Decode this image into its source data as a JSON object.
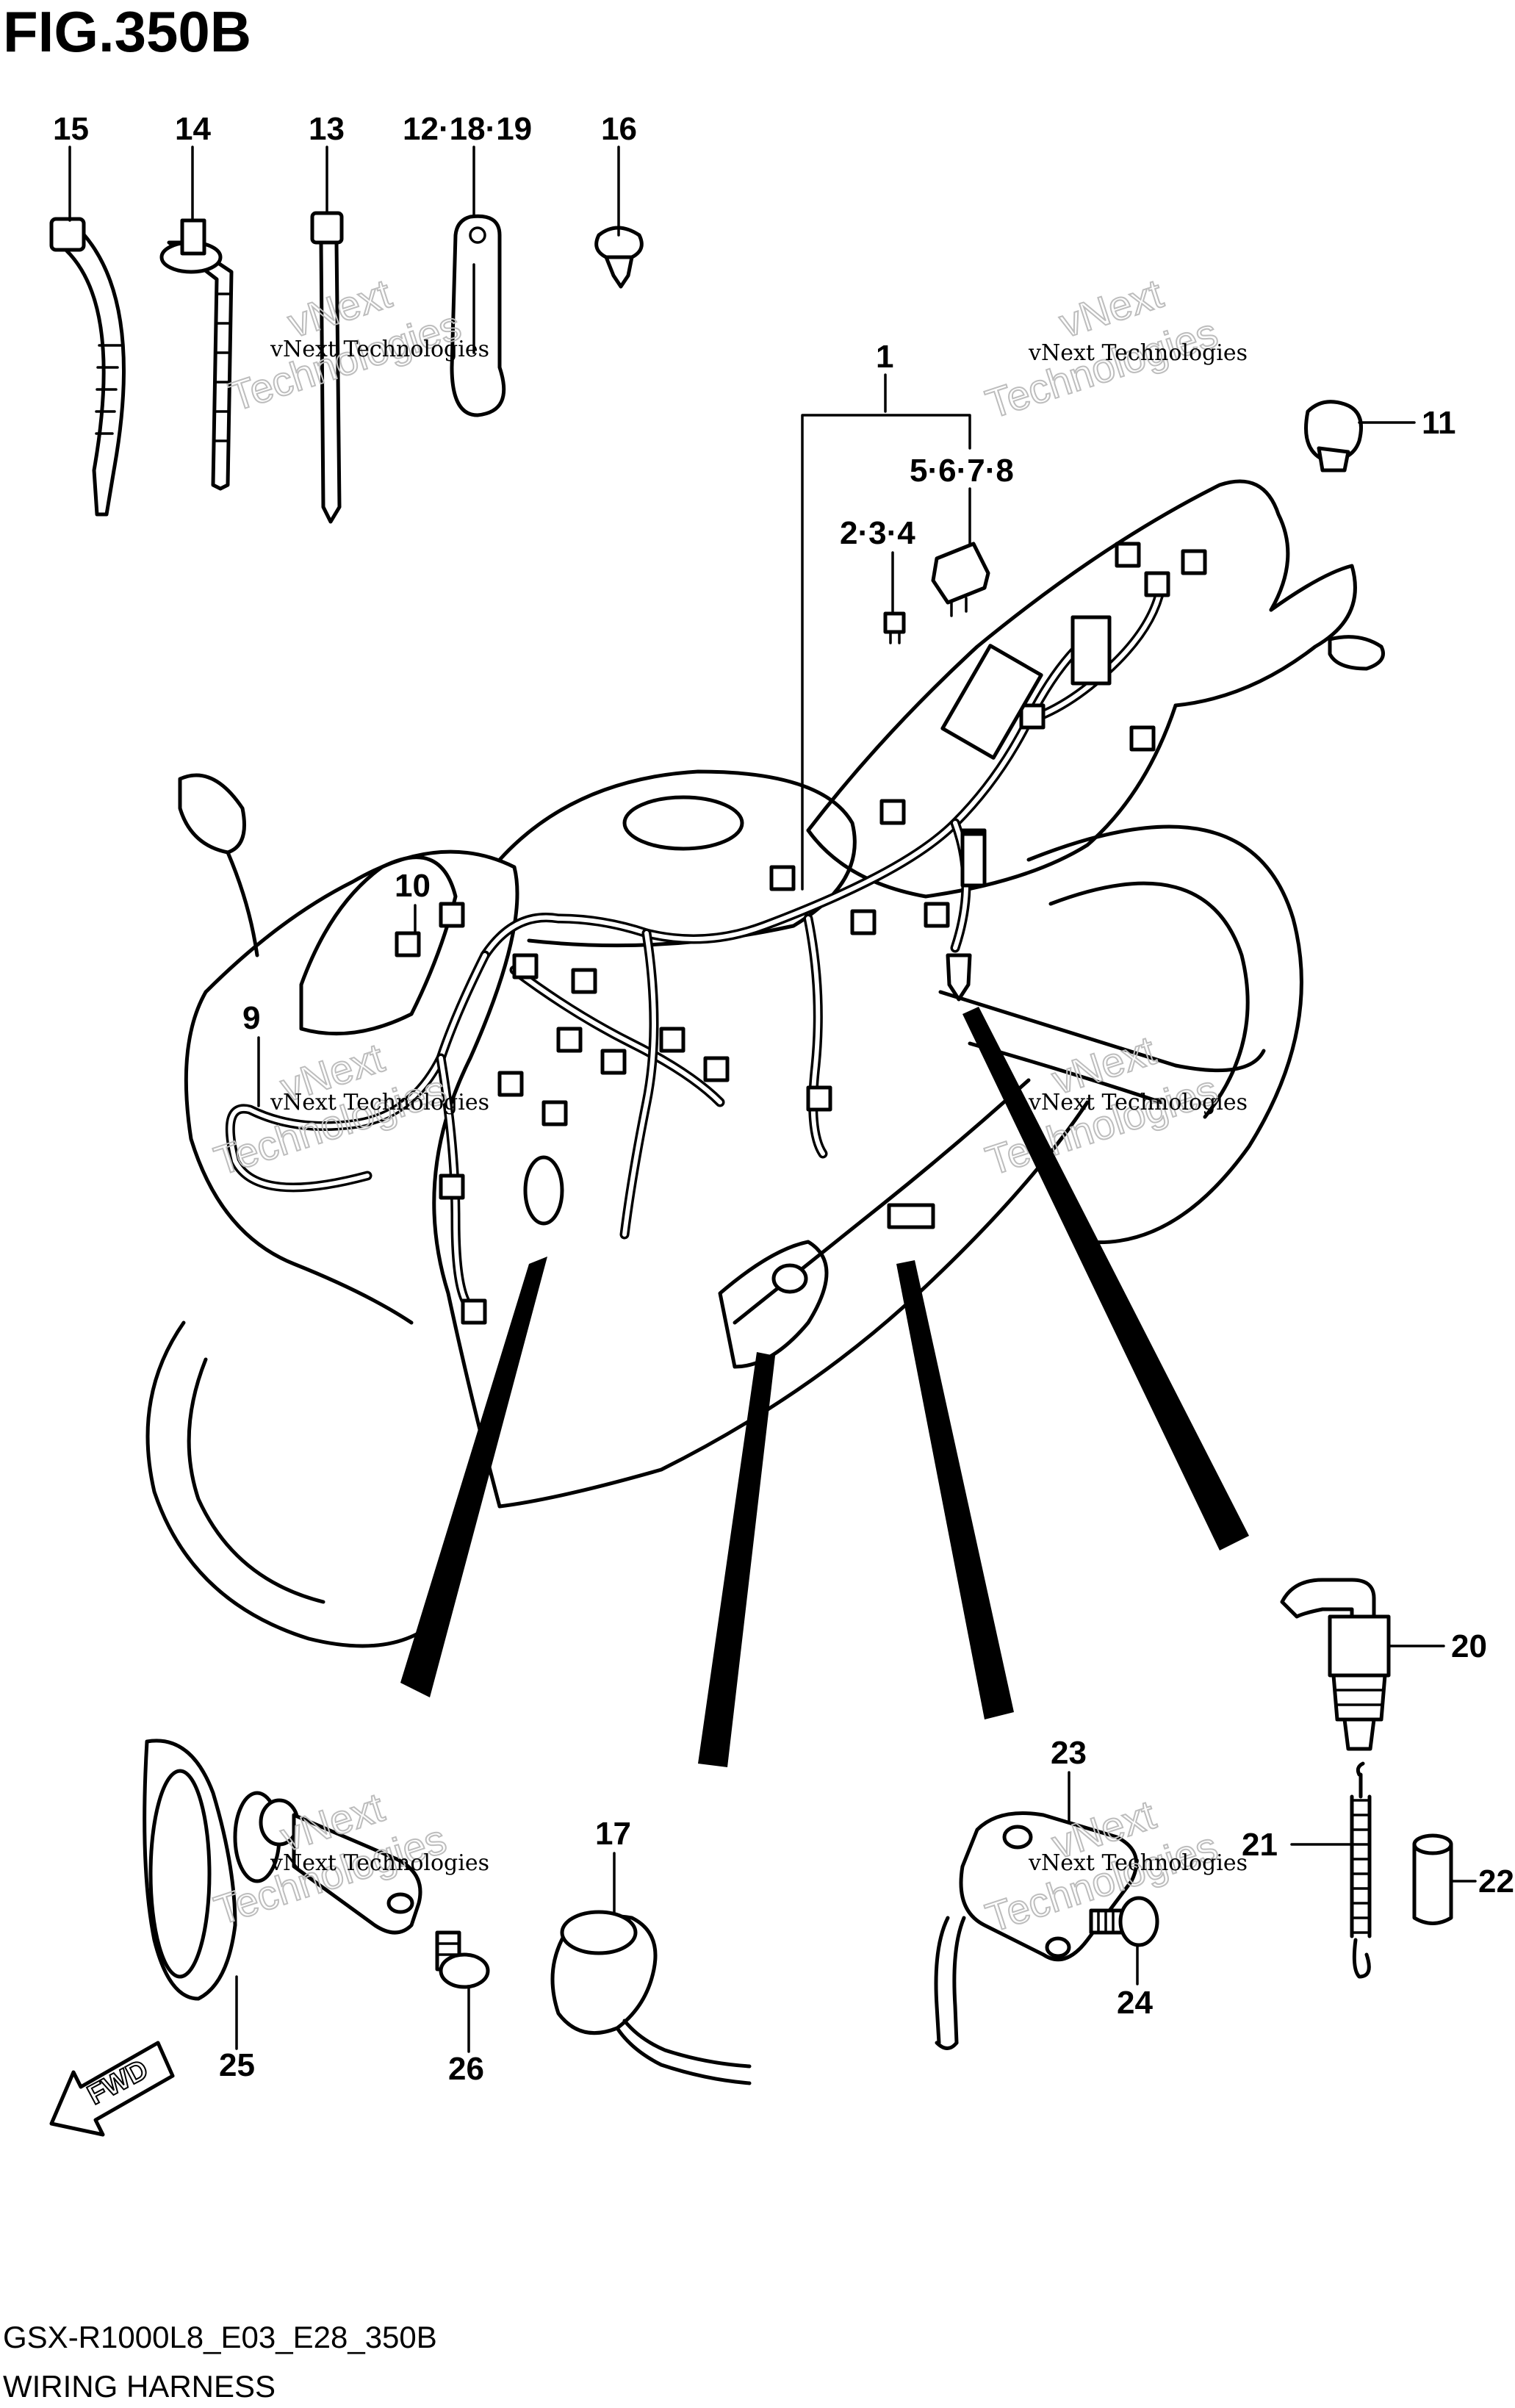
{
  "figure": {
    "title": "FIG.350B",
    "model_code": "GSX-R1000L8_E03_E28_350B",
    "caption": "WIRING HARNESS"
  },
  "callouts": {
    "c15": "15",
    "c14": "14",
    "c13": "13",
    "c12": "12·18·19",
    "c16": "16",
    "c1": "1",
    "c5": "5·6·7·8",
    "c2": "2·3·4",
    "c11": "11",
    "c10": "10",
    "c9": "9",
    "c20": "20",
    "c23": "23",
    "c17": "17",
    "c21": "21",
    "c22": "22",
    "c24": "24",
    "c25": "25",
    "c26": "26"
  },
  "fwd_label": "FWD",
  "watermark": {
    "line1": "vNext Technologies",
    "outline_a": "vNext",
    "outline_b": "Technologies"
  }
}
